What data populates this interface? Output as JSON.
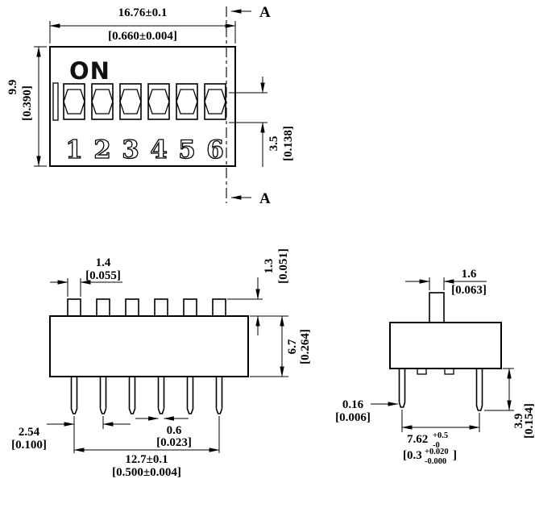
{
  "colors": {
    "ink": "#000000",
    "background": "#ffffff"
  },
  "top_view": {
    "on_label": "ON",
    "positions": [
      "1",
      "2",
      "3",
      "4",
      "5",
      "6"
    ],
    "section_label": "A",
    "dim_width": {
      "value": "16.76±0.1",
      "bracket": "[0.660±0.004]"
    },
    "dim_height": {
      "value": "9.9",
      "bracket": "[0.390]"
    },
    "dim_slot": {
      "value": "3.5",
      "bracket": "[0.138]"
    }
  },
  "front_view": {
    "dim_actuator_width": {
      "value": "1.4",
      "bracket": "[0.055]"
    },
    "dim_actuator_height": {
      "value": "1.3",
      "bracket": "[0.051]"
    },
    "dim_body_height": {
      "value": "6.7",
      "bracket": "[0.264]"
    },
    "dim_pin_pitch": {
      "value": "2.54",
      "bracket": "[0.100]"
    },
    "dim_pin_width": {
      "value": "0.6",
      "bracket": "[0.023]"
    },
    "dim_pin_span": {
      "value": "12.7±0.1",
      "bracket": "[0.500±0.004]"
    }
  },
  "side_view": {
    "dim_actuator_width": {
      "value": "1.6",
      "bracket": "[0.063]"
    },
    "dim_pin_thickness": {
      "value": "0.16",
      "bracket": "[0.006]"
    },
    "dim_row_spacing": {
      "value": "7.62",
      "tol_plus": "+0.5",
      "tol_minus": "-0",
      "bracket_open": "[0.3",
      "bracket_tol_plus": "+0.020",
      "bracket_tol_minus": "-0.000",
      "bracket_close": "]"
    },
    "dim_pin_length": {
      "value": "3.9",
      "bracket": "[0.154]"
    }
  }
}
